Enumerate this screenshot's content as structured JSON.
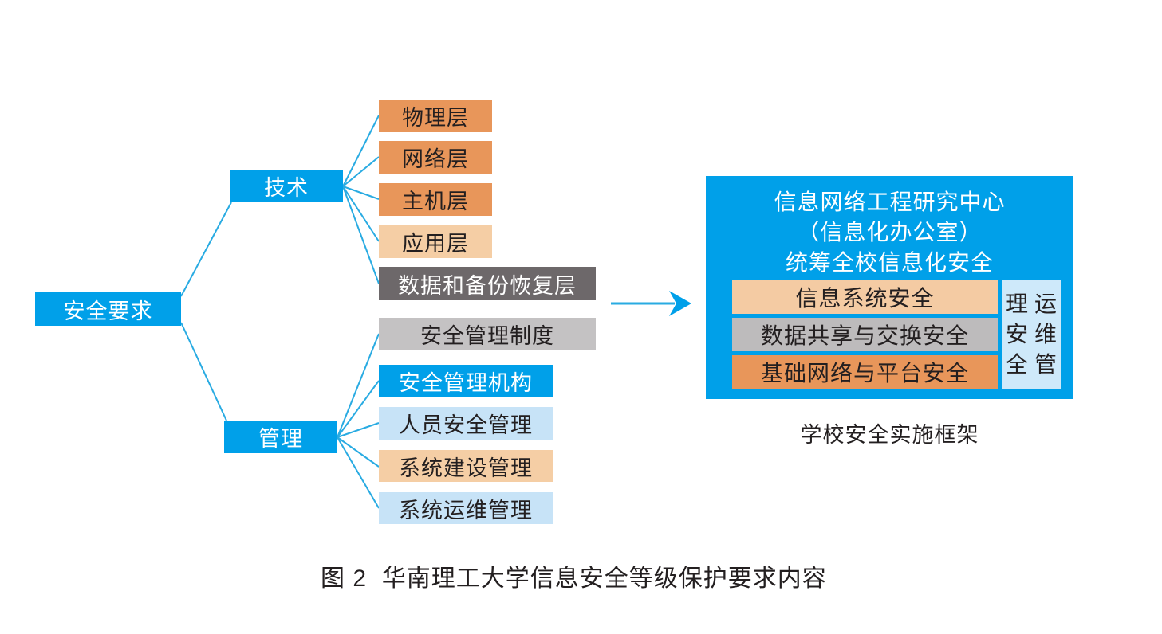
{
  "figure": {
    "caption": "图 2  华南理工大学信息安全等级保护要求内容"
  },
  "tree": {
    "root": "安全要求",
    "technology": {
      "label": "技术",
      "children": [
        "物理层",
        "网络层",
        "主机层",
        "应用层",
        "数据和备份恢复层"
      ]
    },
    "management": {
      "label": "管理",
      "children": [
        "安全管理制度",
        "安全管理机构",
        "人员安全管理",
        "系统建设管理",
        "系统运维管理"
      ]
    }
  },
  "framework": {
    "title_line1": "信息网络工程研究中心",
    "title_line2": "（信息化办公室）",
    "title_line3": "统筹全校信息化安全",
    "rows": [
      "信息系统安全",
      "数据共享与交换安全",
      "基础网络与平台安全"
    ],
    "side_column_left": "理安全",
    "side_column_right": "运维管",
    "caption": "学校安全实施框架"
  },
  "colors": {
    "blue": "#00A0E9",
    "line_blue": "#29ABE2",
    "orange": "#E8965A",
    "peach": "#F5CEA5",
    "dark_gray": "#6D686A",
    "light_gray": "#C4C2C3",
    "mid_gray": "#BDBBBC",
    "light_blue": "#C7E3F7",
    "side_light_blue": "#CEE9FA",
    "text_dark": "#231F20"
  }
}
